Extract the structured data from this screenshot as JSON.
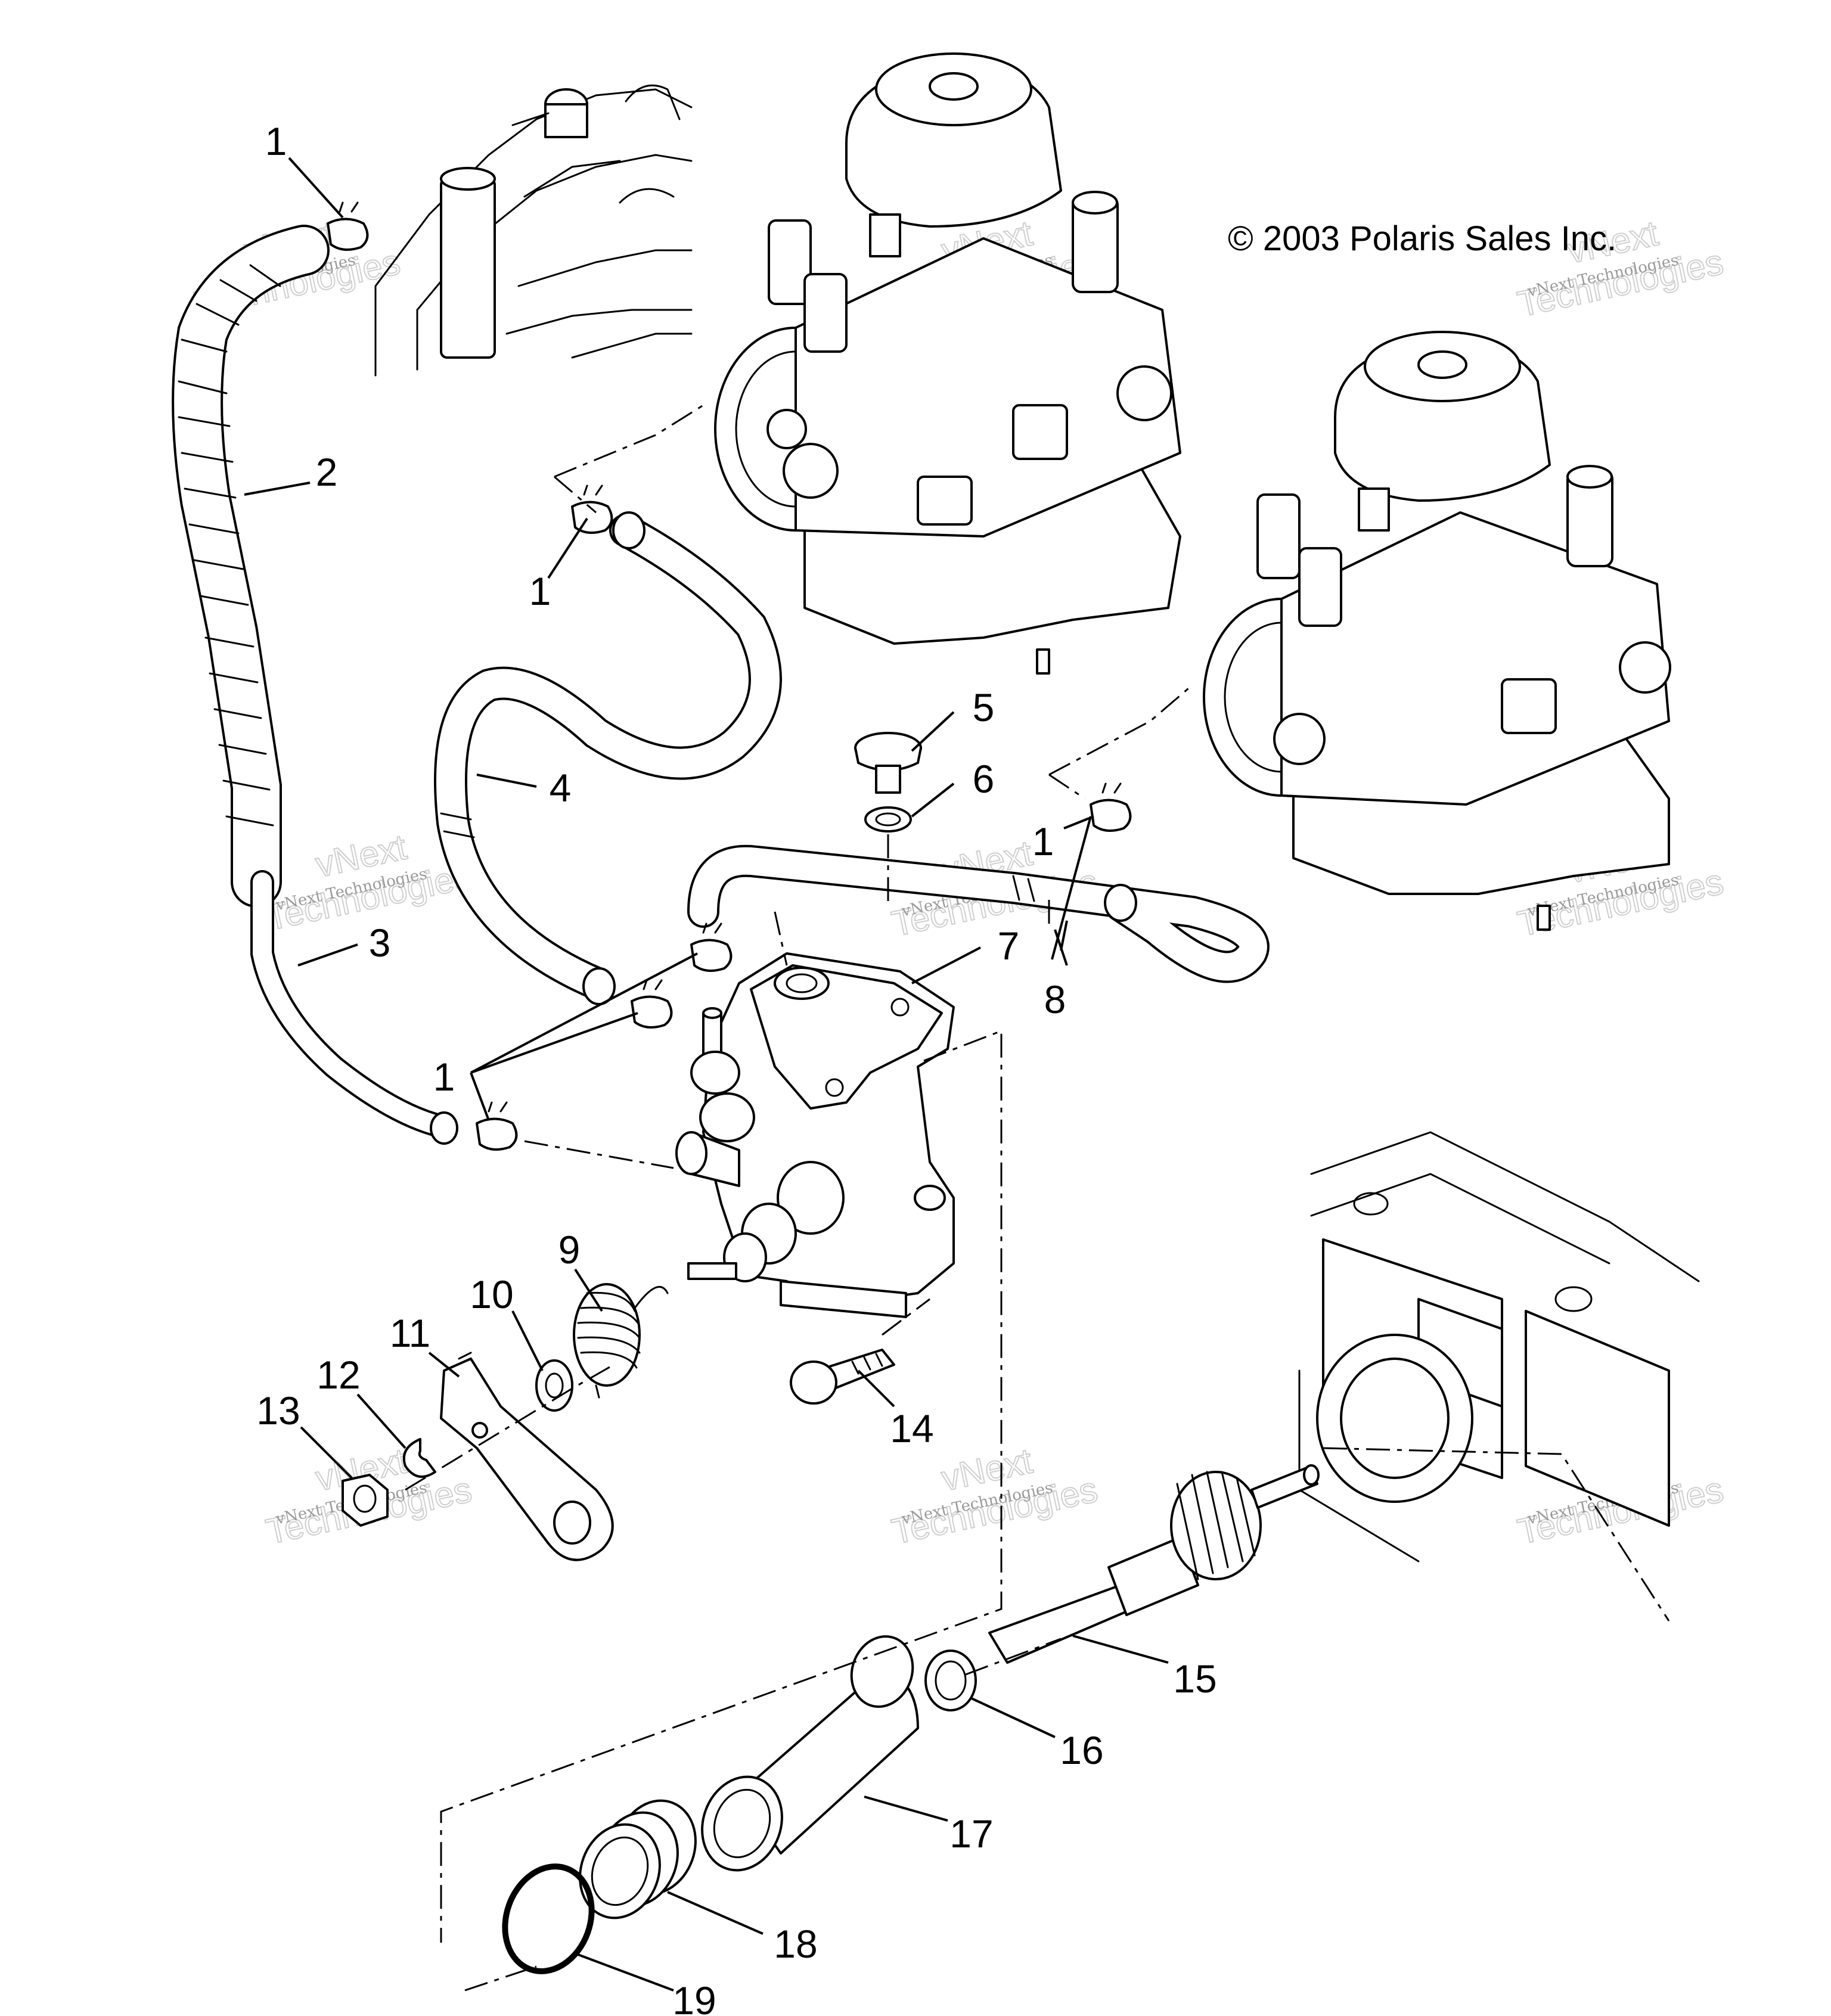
{
  "copyright": "© 2003 Polaris Sales Inc.",
  "watermark": {
    "line_small": "vNext Technologies",
    "line_big_1": "vNext",
    "line_big_2": "Technologies"
  },
  "callouts": {
    "c1a": "1",
    "c1b": "1",
    "c1c": "1",
    "c1d": "1",
    "c2": "2",
    "c3": "3",
    "c4": "4",
    "c5": "5",
    "c6": "6",
    "c7": "7",
    "c8": "8",
    "c9": "9",
    "c10": "10",
    "c11": "11",
    "c12": "12",
    "c13": "13",
    "c14": "14",
    "c15": "15",
    "c16": "16",
    "c17": "17",
    "c18": "18",
    "c19": "19"
  }
}
